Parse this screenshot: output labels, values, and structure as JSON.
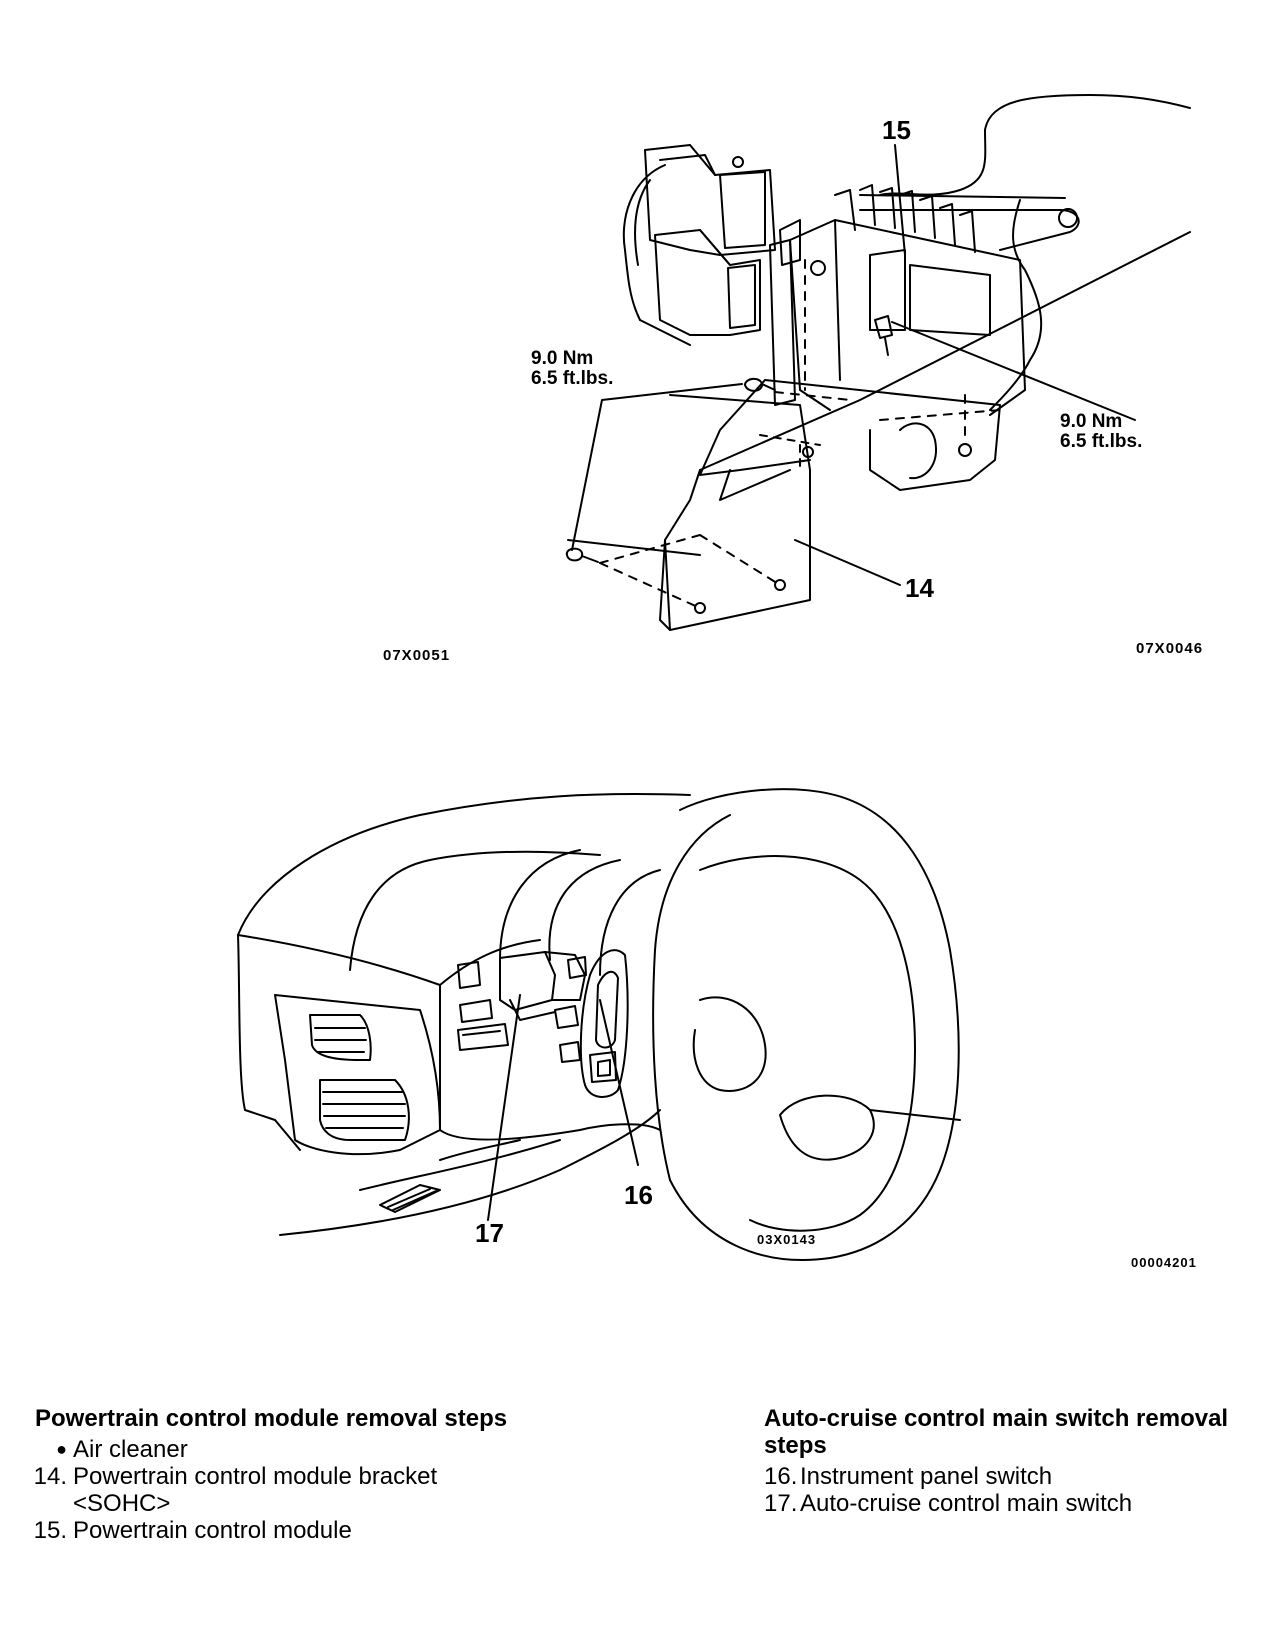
{
  "figure_top": {
    "callout_15": "15",
    "callout_14": "14",
    "torque_left": {
      "nm": "9.0 Nm",
      "ftlbs": "6.5 ft.lbs."
    },
    "torque_right": {
      "nm": "9.0 Nm",
      "ftlbs": "6.5 ft.lbs."
    },
    "code_left": "07X0051",
    "code_right": "07X0046"
  },
  "figure_bottom": {
    "callout_16": "16",
    "callout_17": "17",
    "code_center": "03X0143",
    "code_right": "00004201"
  },
  "left_procedure": {
    "title": "Powertrain control module removal steps",
    "items": [
      {
        "marker": "●",
        "text": "Air cleaner"
      },
      {
        "marker": "14.",
        "text": "Powertrain control module bracket <SOHC>"
      },
      {
        "marker": "15.",
        "text": "Powertrain control module"
      }
    ]
  },
  "right_procedure": {
    "title": "Auto-cruise control main switch removal steps",
    "items": [
      {
        "marker": "16.",
        "text": "Instrument panel switch"
      },
      {
        "marker": "17.",
        "text": "Auto-cruise control main switch"
      }
    ]
  }
}
